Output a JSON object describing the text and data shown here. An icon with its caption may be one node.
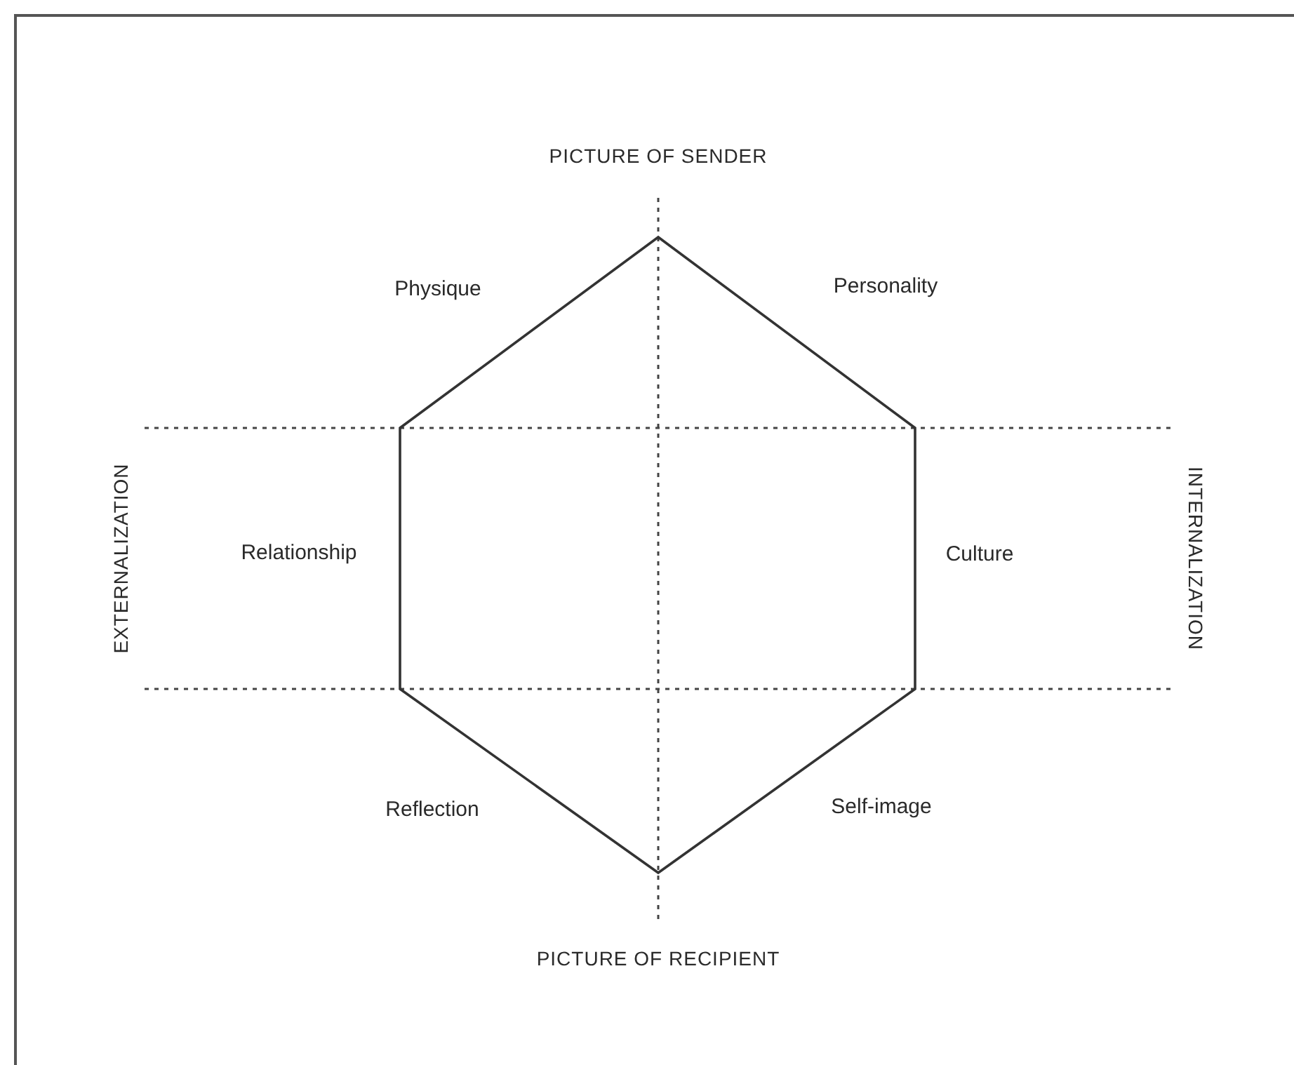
{
  "diagram": {
    "labels": [
      "PICTURE OF SENDER",
      "Physique",
      "Personality",
      "EXTERNALIZATION",
      "Relationship",
      "Culture",
      "INTERNALIZATION",
      "Reflection",
      "Self-image",
      "PICTURE OF RECIPIENT"
    ]
  }
}
